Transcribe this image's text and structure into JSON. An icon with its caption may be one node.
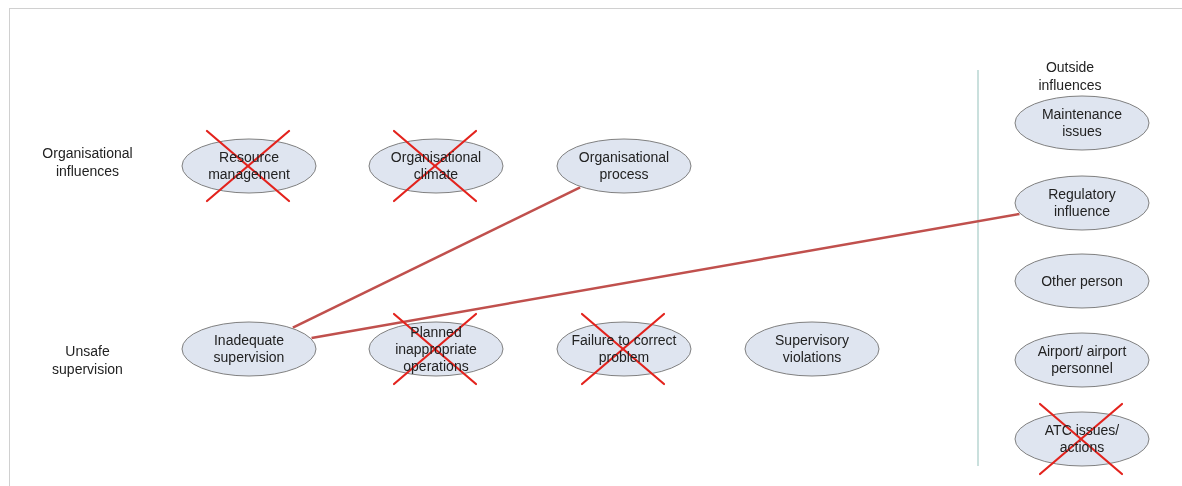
{
  "diagram": {
    "nodes": [
      {
        "text": [
          "Resource management"
        ]
      },
      {
        "text": [
          "Organisational climate"
        ]
      },
      {
        "text": [
          "Organisational process"
        ]
      },
      {
        "text": [
          "Inadequate supervision"
        ]
      },
      {
        "text": [
          "Planned inappropriate operations"
        ]
      },
      {
        "text": [
          "Failure to correct problem"
        ]
      },
      {
        "text": [
          "Supervisory violations"
        ]
      },
      {
        "text": [
          "Maintenance issues"
        ]
      },
      {
        "text": [
          "Regulatory influence"
        ]
      },
      {
        "text": [
          "Other person"
        ]
      },
      {
        "text": [
          "Airport/ airport personnel"
        ]
      },
      {
        "text": [
          "ATC issues/ actions"
        ]
      }
    ],
    "edges": [
      {
        "from": 2,
        "to": 3,
        "arrow": "none"
      },
      {
        "from": 8,
        "to": 3,
        "arrow": "none"
      }
    ],
    "labels": [
      "Outside influences",
      "Organisational influences",
      "Unsafe supervision"
    ]
  }
}
